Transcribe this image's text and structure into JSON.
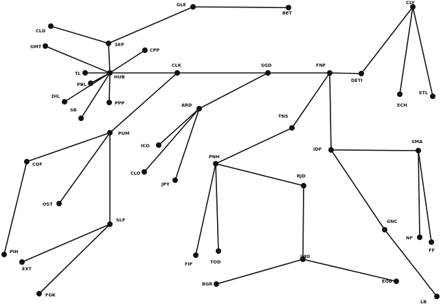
{
  "diagram": {
    "ink_color": "#111111",
    "background_color": "#ffffff",
    "nodes": [
      {
        "id": "gle",
        "label": "GLE"
      },
      {
        "id": "bet",
        "label": "BET"
      },
      {
        "id": "cld",
        "label": "CLD"
      },
      {
        "id": "sep",
        "label": "SEP"
      },
      {
        "id": "gmt",
        "label": "GMT"
      },
      {
        "id": "cpp",
        "label": "CPP"
      },
      {
        "id": "tl",
        "label": "TL"
      },
      {
        "id": "hub_w",
        "label": "HUB"
      },
      {
        "id": "pbl",
        "label": "PBL"
      },
      {
        "id": "dil",
        "label": "DIL"
      },
      {
        "id": "sb",
        "label": "SB"
      },
      {
        "id": "ppp",
        "label": "PPP"
      },
      {
        "id": "clk",
        "label": "CLK"
      },
      {
        "id": "sgd",
        "label": "SGD"
      },
      {
        "id": "fnf",
        "label": "FNF"
      },
      {
        "id": "deti",
        "label": "DETI"
      },
      {
        "id": "cly",
        "label": "CLY"
      },
      {
        "id": "ech",
        "label": "ECH"
      },
      {
        "id": "etl",
        "label": "ETL"
      },
      {
        "id": "ard",
        "label": "ARD"
      },
      {
        "id": "ico",
        "label": "ICO"
      },
      {
        "id": "clo",
        "label": "CLO"
      },
      {
        "id": "jpy",
        "label": "JPY"
      },
      {
        "id": "tns",
        "label": "TNS"
      },
      {
        "id": "pum",
        "label": "PUM"
      },
      {
        "id": "cof",
        "label": "COF"
      },
      {
        "id": "ost",
        "label": "OST"
      },
      {
        "id": "slf",
        "label": "SLF"
      },
      {
        "id": "pih",
        "label": "PIH"
      },
      {
        "id": "ext",
        "label": "EXT"
      },
      {
        "id": "fgk",
        "label": "FGK"
      },
      {
        "id": "idf",
        "label": "IDF"
      },
      {
        "id": "sma",
        "label": "SMA"
      },
      {
        "id": "pnh",
        "label": "PNH"
      },
      {
        "id": "rjd",
        "label": "RJD"
      },
      {
        "id": "nf",
        "label": "NF"
      },
      {
        "id": "ff",
        "label": "FF"
      },
      {
        "id": "gnc",
        "label": "GNC"
      },
      {
        "id": "lb",
        "label": "LB"
      },
      {
        "id": "fif",
        "label": "FIF"
      },
      {
        "id": "tod",
        "label": "TOD"
      },
      {
        "id": "jmd",
        "label": "JMD"
      },
      {
        "id": "bgr",
        "label": "BGR"
      },
      {
        "id": "eob",
        "label": "EOB"
      }
    ],
    "edges": [
      [
        "gle",
        "bet"
      ],
      [
        "gle",
        "sep"
      ],
      [
        "cld",
        "sep"
      ],
      [
        "sep",
        "hub_w"
      ],
      [
        "gmt",
        "hub_w"
      ],
      [
        "cpp",
        "hub_w"
      ],
      [
        "tl",
        "hub_w"
      ],
      [
        "pbl",
        "hub_w"
      ],
      [
        "dil",
        "hub_w"
      ],
      [
        "sb",
        "hub_w"
      ],
      [
        "ppp",
        "hub_w"
      ],
      [
        "hub_w",
        "clk"
      ],
      [
        "clk",
        "sgd"
      ],
      [
        "sgd",
        "fnf"
      ],
      [
        "fnf",
        "deti"
      ],
      [
        "deti",
        "cly"
      ],
      [
        "cly",
        "ech"
      ],
      [
        "cly",
        "etl"
      ],
      [
        "clk",
        "pum"
      ],
      [
        "sgd",
        "ard"
      ],
      [
        "ard",
        "ico"
      ],
      [
        "ard",
        "clo"
      ],
      [
        "ard",
        "jpy"
      ],
      [
        "pum",
        "cof"
      ],
      [
        "pum",
        "ost"
      ],
      [
        "pum",
        "slf"
      ],
      [
        "cof",
        "pih"
      ],
      [
        "slf",
        "ext"
      ],
      [
        "slf",
        "fgk"
      ],
      [
        "fnf",
        "tns"
      ],
      [
        "tns",
        "pnh"
      ],
      [
        "fnf",
        "idf"
      ],
      [
        "idf",
        "sma"
      ],
      [
        "sma",
        "nf"
      ],
      [
        "sma",
        "ff"
      ],
      [
        "idf",
        "gnc"
      ],
      [
        "gnc",
        "lb"
      ],
      [
        "pnh",
        "fif"
      ],
      [
        "pnh",
        "tod"
      ],
      [
        "pnh",
        "rjd"
      ],
      [
        "rjd",
        "jmd"
      ],
      [
        "jmd",
        "bgr"
      ],
      [
        "jmd",
        "eob"
      ]
    ]
  }
}
